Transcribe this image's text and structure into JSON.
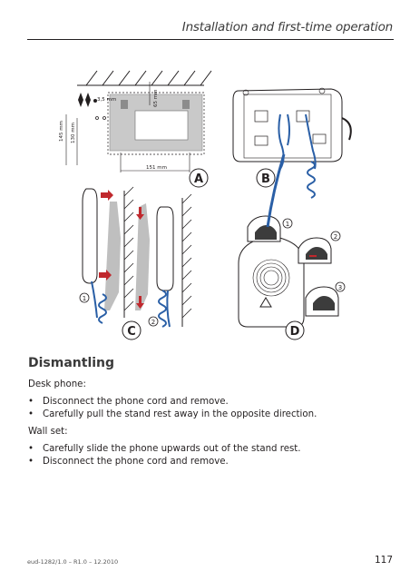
{
  "header": {
    "title": "Installation and first-time operation"
  },
  "figure": {
    "dimensions": {
      "screw": "3,5 mm",
      "h145": "145 mm",
      "h130": "130 mm",
      "w151": "151 mm",
      "v65": "65 mm"
    },
    "panel_labels": {
      "a": "A",
      "b": "B",
      "c": "C",
      "d": "D"
    },
    "steps": {
      "one": "1",
      "two": "2",
      "three": "3"
    }
  },
  "section": {
    "heading": "Dismantling",
    "desk_label": "Desk phone:",
    "desk_steps": [
      "Disconnect the phone cord and remove.",
      "Carefully pull the stand rest away in the opposite direction."
    ],
    "wall_label": "Wall set:",
    "wall_steps": [
      "Carefully slide the phone upwards out of the stand rest.",
      "Disconnect the phone cord and remove."
    ]
  },
  "footer": {
    "doc_id": "eud-1282/1.0 – R1.0 – 12.2010",
    "page_number": "117"
  },
  "colors": {
    "cable_blue": "#2a5fa6",
    "grey_fill": "#b8b8b8",
    "red_arrow": "#c0282d"
  }
}
